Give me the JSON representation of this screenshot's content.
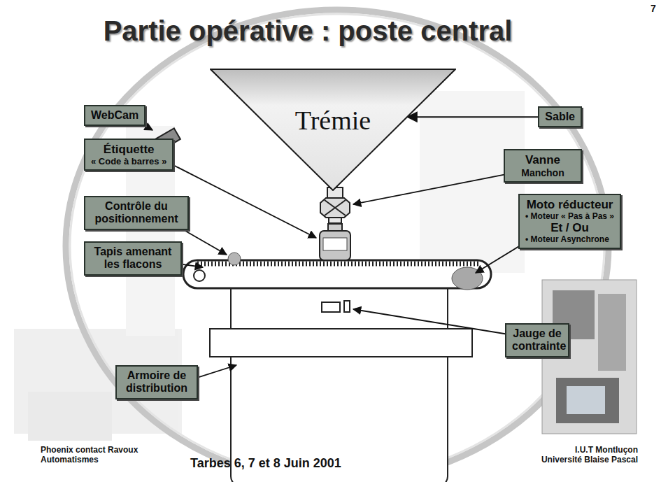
{
  "diagram": {
    "title": "Partie opérative : poste central",
    "nodes": [
      {
        "text": [
          "WebCam"
        ]
      },
      {
        "text": [
          "Étiquette",
          "« Code à barres »"
        ]
      },
      {
        "text": [
          "Contrôle du positionnement"
        ]
      },
      {
        "text": [
          "Tapis amenant les flacons"
        ]
      },
      {
        "text": [
          "Armoire de distribution"
        ]
      },
      {
        "text": [
          "Trémie"
        ]
      },
      {
        "text": [
          "Sable"
        ]
      },
      {
        "text": [
          "Vanne",
          "Manchon"
        ]
      },
      {
        "text": [
          "Moto réducteur",
          "• Moteur « Pas à Pas »",
          "Et / Ou",
          "• Moteur Asynchrone"
        ]
      },
      {
        "text": [
          "Jauge de contrainte"
        ]
      }
    ],
    "edges": [
      {
        "from": 6,
        "to": 5,
        "arrow": "to"
      }
    ],
    "labels": [
      "7",
      "Phoenix contact Ravoux Automatismes",
      "Tarbes 6, 7 et 8 Juin 2001",
      "I.U.T Montluçon Université Blaise Pascal"
    ]
  }
}
